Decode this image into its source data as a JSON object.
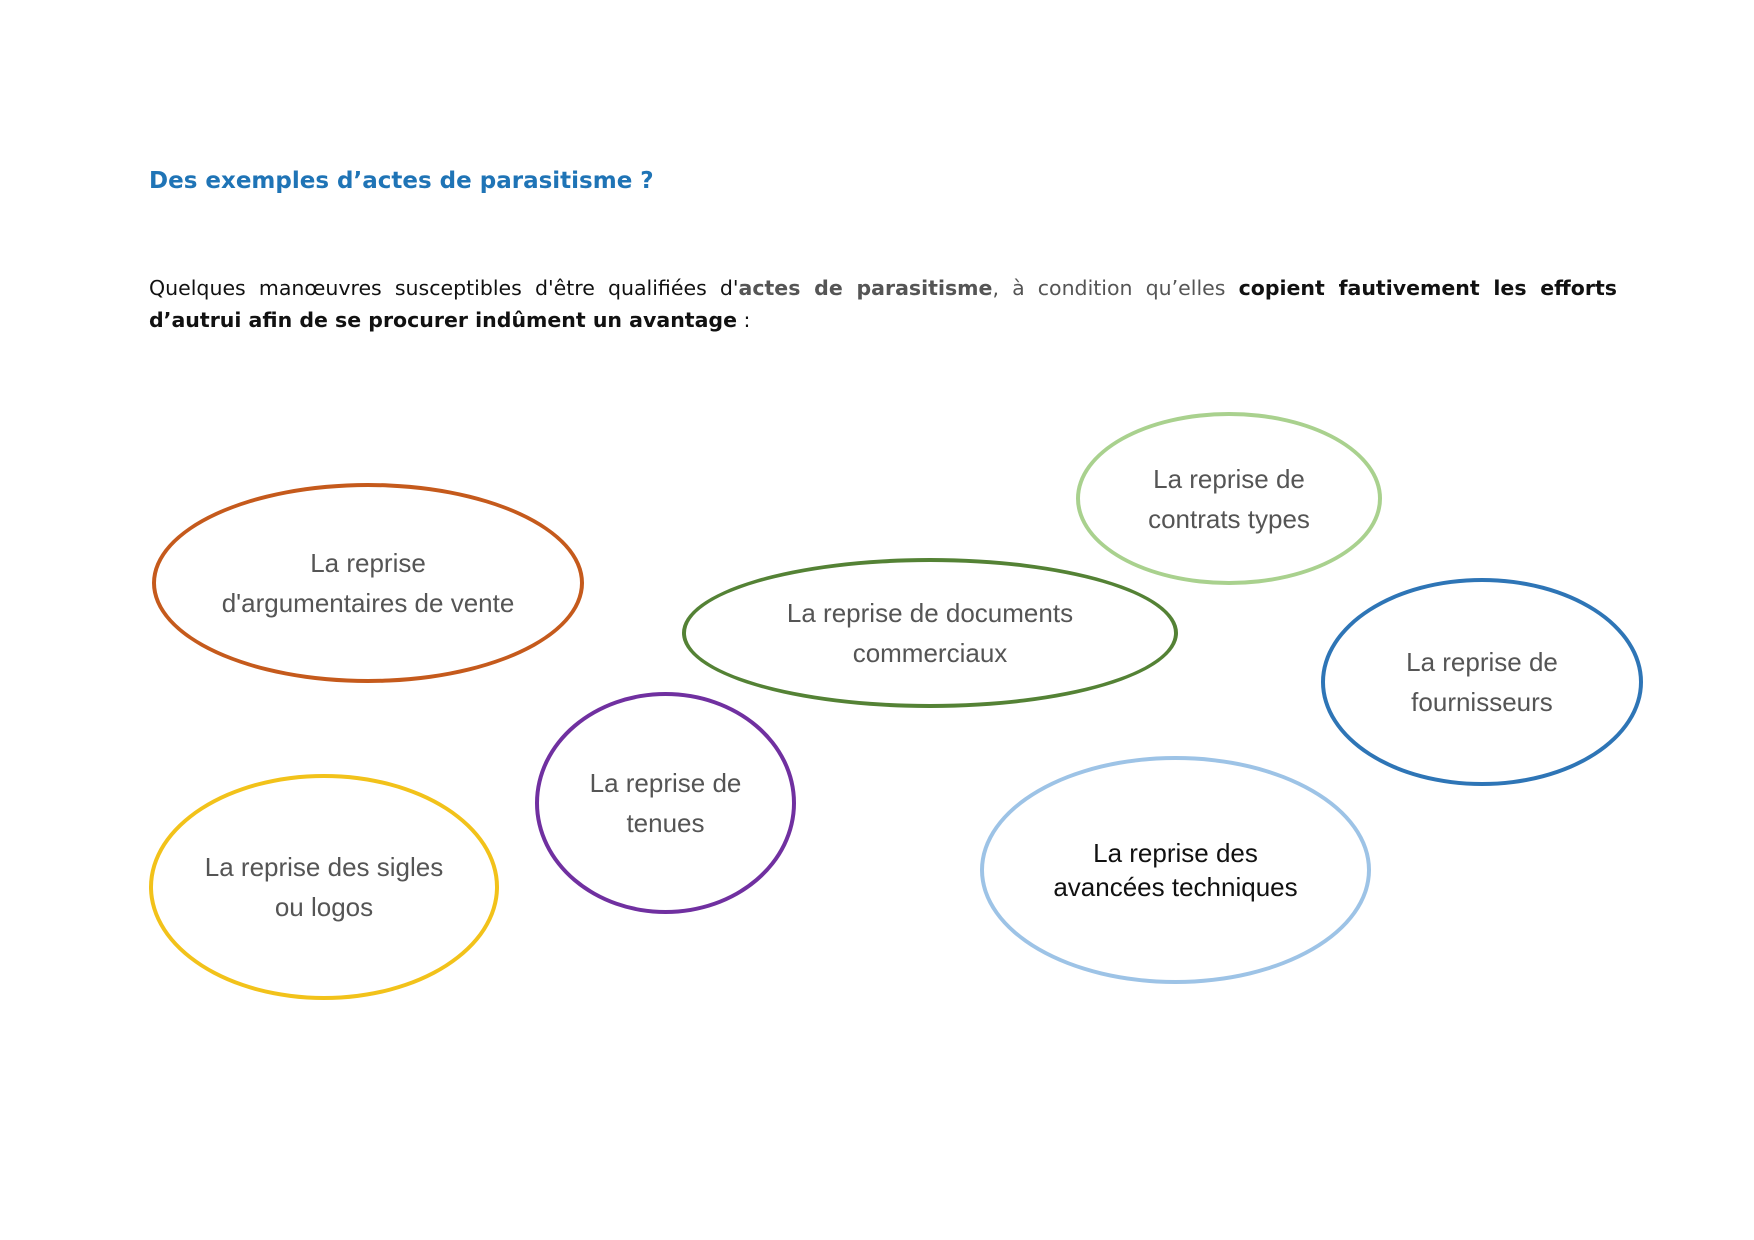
{
  "document": {
    "title": "Des exemples d’actes de parasitisme ?",
    "intro": {
      "part1": "Quelques manœuvres susceptibles d'être qualifiées d'",
      "part2": "actes de parasitisme",
      "part3": ", à condition qu’elles ",
      "part4": "copient fautivement les efforts d’autrui afin de se procurer indûment un avantage",
      "part5": " :"
    }
  },
  "ellipses": {
    "argumentaires": {
      "label": "La reprise\nd'argumentaires de vente",
      "color": "#c55a1c"
    },
    "contrats": {
      "label": "La reprise de\ncontrats types",
      "color": "#a9d18e"
    },
    "documents": {
      "label": "La reprise de documents\ncommerciaux",
      "color": "#548235"
    },
    "fournisseurs": {
      "label": "La reprise de\nfournisseurs",
      "color": "#2e75b6"
    },
    "tenues": {
      "label": "La reprise de\ntenues",
      "color": "#7030a0"
    },
    "sigles": {
      "label": "La reprise des sigles\nou logos",
      "color": "#f2c21a"
    },
    "techniques": {
      "label": "La reprise des\navancées techniques",
      "color": "#9dc3e6"
    }
  }
}
